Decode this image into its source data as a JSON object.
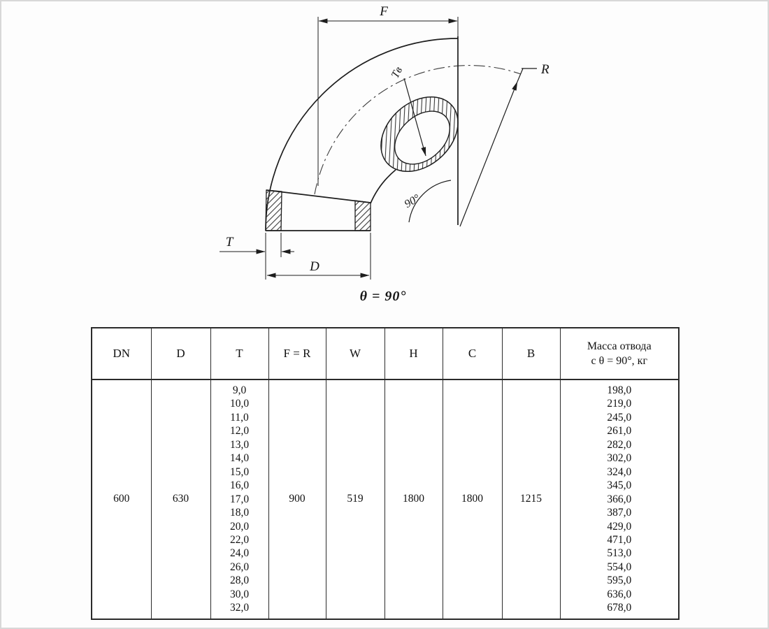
{
  "drawing": {
    "labels": {
      "f": "F",
      "r": "R",
      "t": "T",
      "d": "D",
      "t_inner": "Tв",
      "angle_arc": "90°",
      "theta_note": "θ = 90°"
    }
  },
  "table": {
    "headers": [
      "DN",
      "D",
      "T",
      "F = R",
      "W",
      "H",
      "C",
      "B"
    ],
    "mass_header": [
      "Масса отвода",
      "с θ = 90°, кг"
    ],
    "row": {
      "dn": "600",
      "d": "630",
      "f_r": "900",
      "w": "519",
      "h": "1800",
      "c": "1800",
      "b": "1215",
      "t_values": [
        "9,0",
        "10,0",
        "11,0",
        "12,0",
        "13,0",
        "14,0",
        "15,0",
        "16,0",
        "17,0",
        "18,0",
        "20,0",
        "22,0",
        "24,0",
        "26,0",
        "28,0",
        "30,0",
        "32,0"
      ],
      "mass_values": [
        "198,0",
        "219,0",
        "245,0",
        "261,0",
        "282,0",
        "302,0",
        "324,0",
        "345,0",
        "366,0",
        "387,0",
        "429,0",
        "471,0",
        "513,0",
        "554,0",
        "595,0",
        "636,0",
        "678,0"
      ]
    }
  }
}
